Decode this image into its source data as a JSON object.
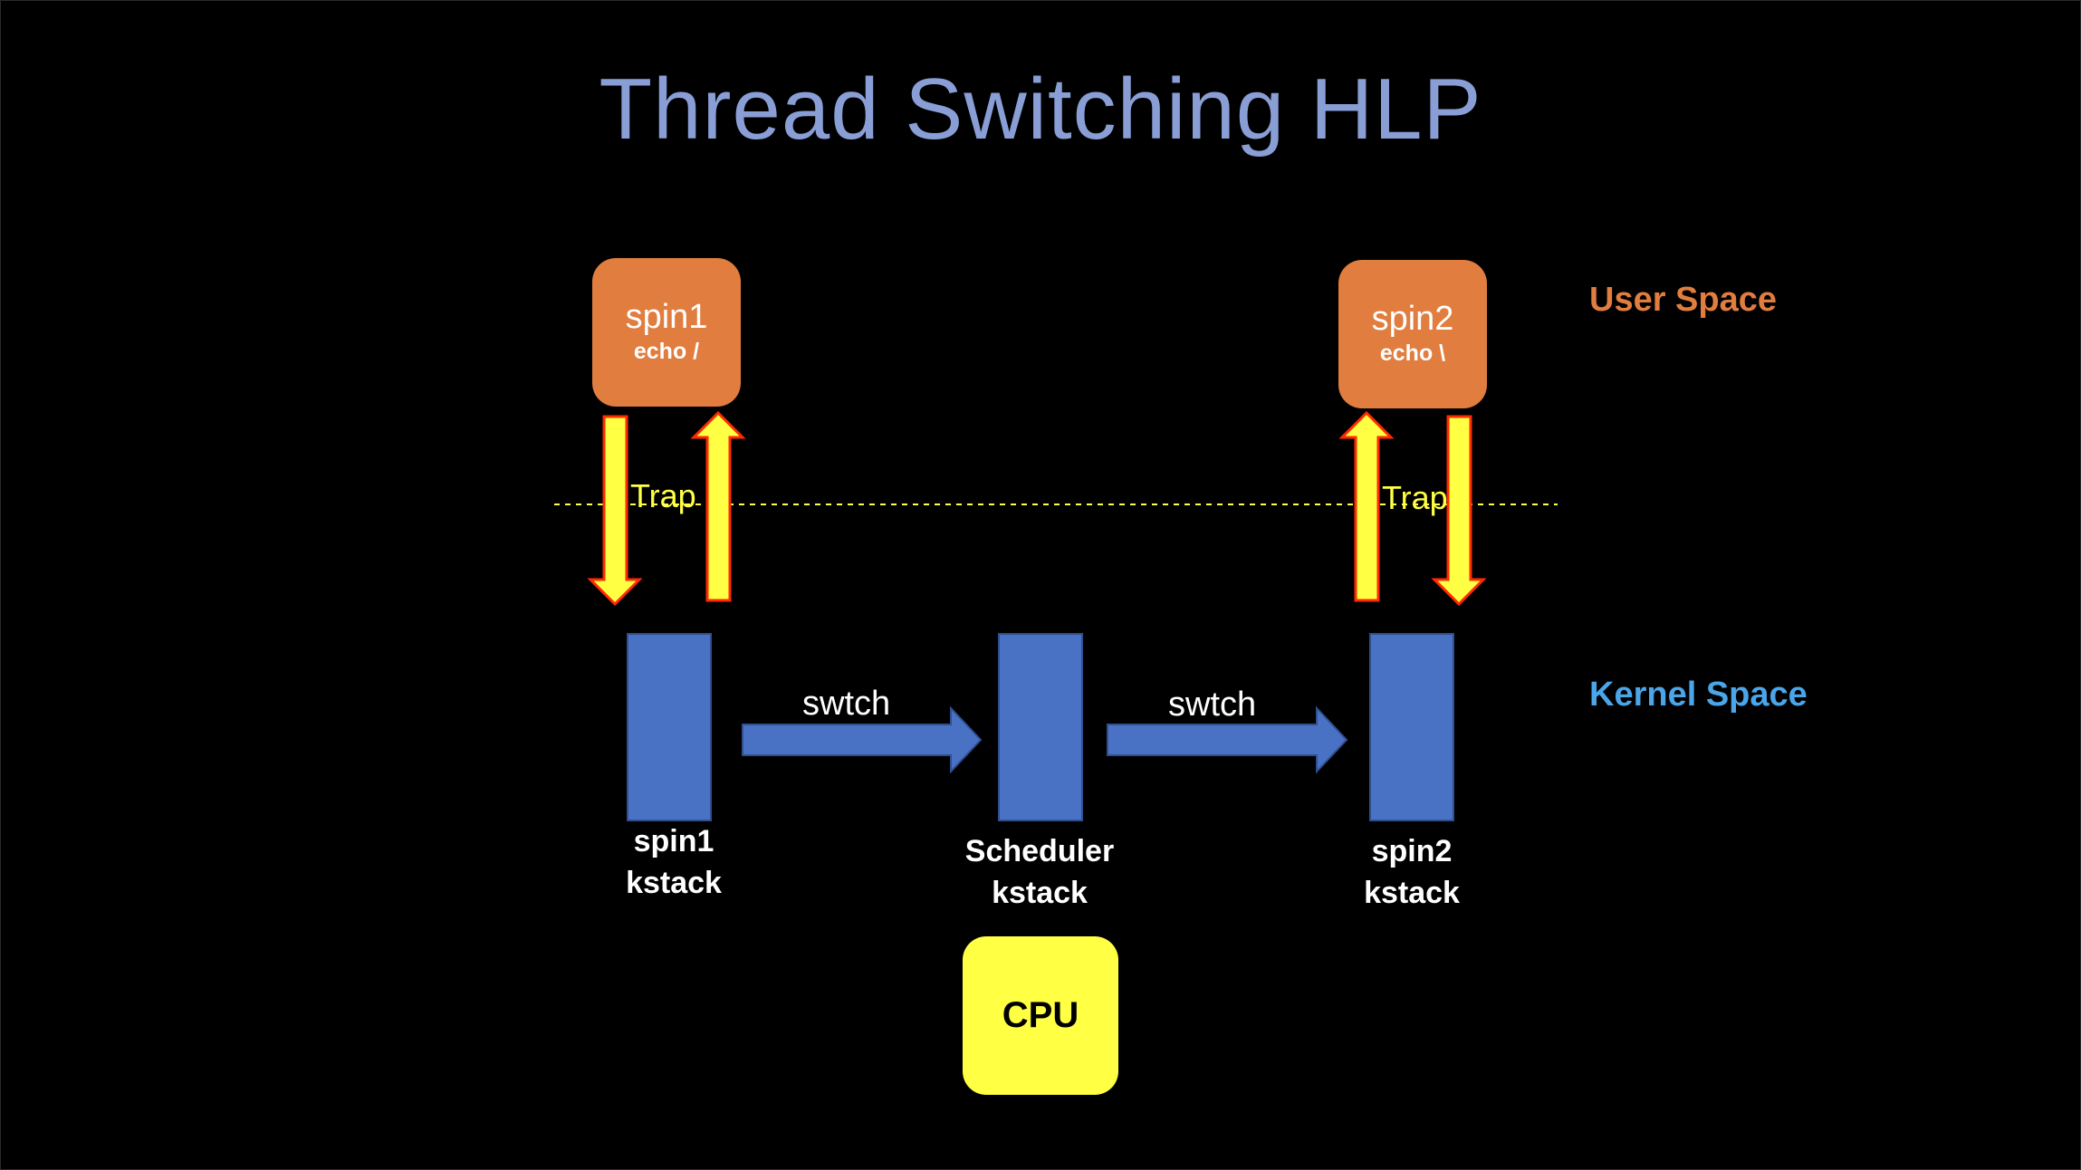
{
  "title": "Thread Switching HLP",
  "spaces": {
    "user": "User Space",
    "kernel": "Kernel Space"
  },
  "processes": [
    {
      "name": "spin1",
      "command": "echo /"
    },
    {
      "name": "spin2",
      "command": "echo \\"
    }
  ],
  "trap_label": "Trap",
  "switch_label": "swtch",
  "kstacks": [
    {
      "line1": "spin1",
      "line2": "kstack"
    },
    {
      "line1": "Scheduler",
      "line2": "kstack"
    },
    {
      "line1": "spin2",
      "line2": "kstack"
    }
  ],
  "cpu_label": "CPU",
  "colors": {
    "title": "#8a9ed6",
    "process": "#e07d3f",
    "kstack": "#4a72c4",
    "trap_arrow": "#ffff44",
    "trap_arrow_outline": "#ff2a00",
    "cpu": "#ffff44",
    "kernel_label": "#4aa6e8"
  }
}
